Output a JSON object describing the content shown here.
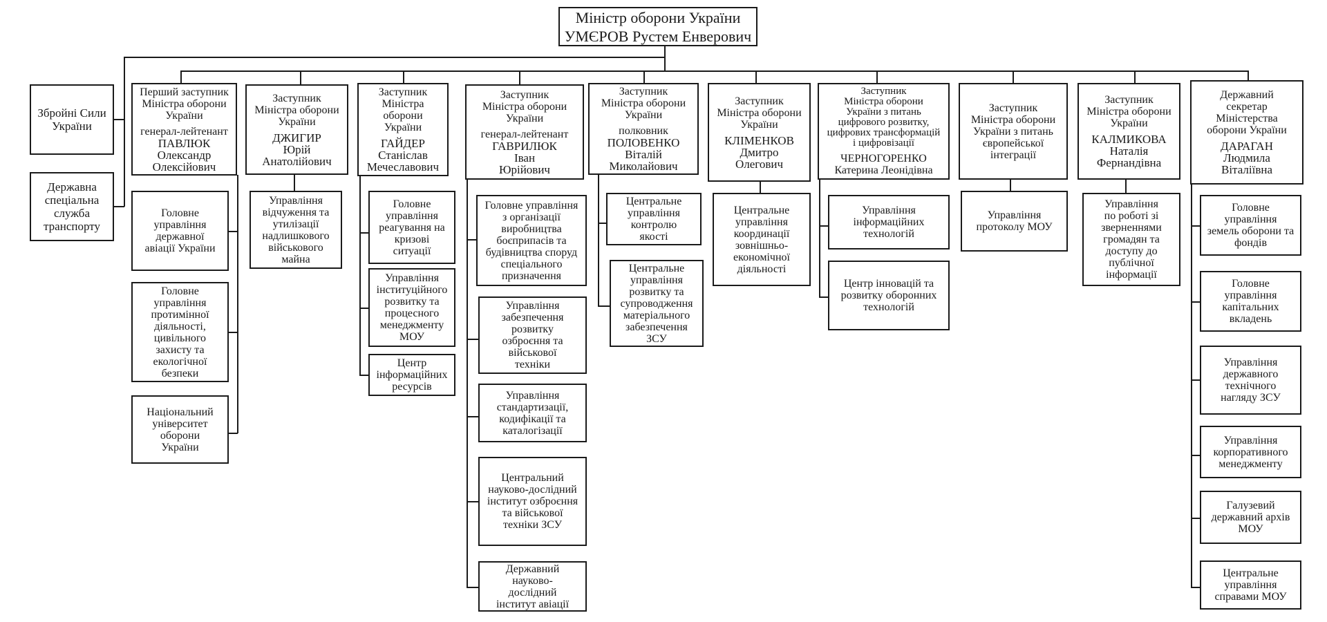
{
  "title": "Структура Міністерства оборони України",
  "minister": {
    "role": "Міністр оборони України",
    "name": "УМЄРОВ Рустем Енверович"
  },
  "direct_subordinates": [
    {
      "label": "Збройні Сили\nУкраїни"
    },
    {
      "label": "Державна\nспеціальна\nслужба\nтранспорту"
    }
  ],
  "deputies": [
    {
      "role": "Перший заступник\nМіністра оборони\nУкраїни",
      "rank": "генерал-лейтенант",
      "name": "ПАВЛЮК\nОлександр\nОлексійович",
      "units": [
        "Головне\nуправління\nдержавної\nавіації України",
        "Головне\nуправління\nпротимінної\nдіяльності,\nцивільного\nзахисту та\nекологічної\nбезпеки",
        "Національний\nуніверситет\nоборони\nУкраїни"
      ]
    },
    {
      "role": "Заступник\nМіністра оборони\nУкраїни",
      "rank": "",
      "name": "ДЖИГИР\nЮрій\nАнатолійович",
      "units": [
        "Управління\nвідчуження та\nутилізації\nнадлишкового\nвійськового\nмайна"
      ]
    },
    {
      "role": "Заступник\nМіністра оборони\nУкраїни",
      "rank": "",
      "name": "ГАЙДЕР\nСтаніслав\nМечеславович",
      "units": [
        "Головне\nуправління\nреагування на\nкризові\nситуації",
        "Управління\nінституційного\nрозвитку та\nпроцесного\nменеджменту\nМОУ",
        "Центр\nінформаційних\nресурсів"
      ]
    },
    {
      "role": "Заступник\nМіністра оборони\nУкраїни",
      "rank": "генерал-лейтенант",
      "name": "ГАВРИЛЮК\nІван\nЮрійович",
      "units": [
        "Головне управління\nз організації\nвиробництва\nбоєприпасів та\nбудівництва споруд\nспеціального\nпризначення",
        "Управління\nзабезпечення\nрозвитку\nозброєння та\nвійськової\nтехніки",
        "Управління\nстандартизації,\nкодифікації та\nкаталогізації",
        "Центральний\nнауково-дослідний\nінститут озброєння\nта військової\nтехніки ЗСУ",
        "Державний\nнауково-\nдослідний\nінститут авіації"
      ]
    },
    {
      "role": "Заступник\nМіністра оборони\nУкраїни",
      "rank": "полковник",
      "name": "ПОЛОВЕНКО\nВіталій\nМиколайович",
      "units": [
        "Центральне\nуправління\nконтролю\nякості",
        "Центральне\nуправління\nрозвитку та\nсупроводження\nматеріального\nзабезпечення\nЗСУ"
      ]
    },
    {
      "role": "Заступник\nМіністра оборони\nУкраїни",
      "rank": "",
      "name": "КЛІМЕНКОВ\nДмитро\nОлегович",
      "units": [
        "Центральне\nуправління\nкоординації\nзовнішньо-\nекономічної\nдіяльності"
      ]
    },
    {
      "role": "Заступник\nМіністра оборони\nУкраїни з питань\nцифрового розвитку,\nцифрових трансформацій\nі цифровізації",
      "rank": "",
      "name": "ЧЕРНОГОРЕНКО\nКатерина Леонідівна",
      "units": [
        "Управління\nінформаційних\nтехнологій",
        "Центр інновацій та\nрозвитку оборонних\nтехнологій"
      ]
    },
    {
      "role": "Заступник\nМіністра оборони\nУкраїни з питань\nєвропейської\nінтеграції",
      "rank": "",
      "name": "",
      "units": [
        "Управління\nпротоколу МОУ"
      ]
    },
    {
      "role": "Заступник\nМіністра оборони\nУкраїни",
      "rank": "",
      "name": "КАЛМИКОВА\nНаталія\nФернандівна",
      "units": [
        "Управління\nпо роботі зі\nзверненнями\nгромадян та\nдоступу до\nпублічної\nінформації"
      ]
    },
    {
      "role": "Державний\nсекретар\nМіністерства\nоборони України",
      "rank": "",
      "name": "ДАРАГАН\nЛюдмила\nВіталіївна",
      "units": [
        "Головне\nуправління\nземель оборони та\nфондів",
        "Головне\nуправління\nкапітальних\nвкладень",
        "Управління\nдержавного\nтехнічного\nнагляду ЗСУ",
        "Управління\nкорпоративного\nменеджменту",
        "Галузевий\nдержавний архів\nМОУ",
        "Центральне\nуправління\nсправами МОУ"
      ]
    }
  ]
}
